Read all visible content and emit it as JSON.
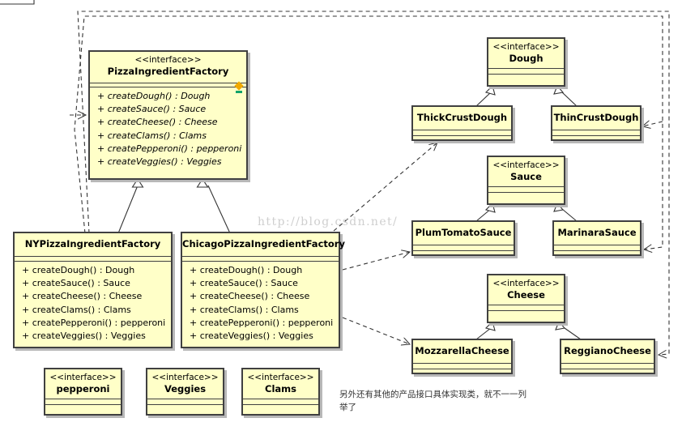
{
  "interface_stereotype": "<<interface>>",
  "watermark": "http://blog.csdn.net/",
  "note": "另外还有其他的产品接口具体实现类，就不一一列举了",
  "pizza_factory": {
    "name": "PizzaIngredientFactory",
    "operations": [
      "+ createDough() : Dough",
      "+ createSauce() : Sauce",
      "+ createCheese() : Cheese",
      "+ createClams() : Clams",
      "+ createPepperoni() : pepperoni",
      "+ createVeggies() : Veggies"
    ]
  },
  "ny_factory": {
    "name": "NYPizzaIngredientFactory",
    "operations": [
      "+ createDough() : Dough",
      "+ createSauce() : Sauce",
      "+ createCheese() : Cheese",
      "+ createClams() : Clams",
      "+ createPepperoni() : pepperoni",
      "+ createVeggies() : Veggies"
    ]
  },
  "chicago_factory": {
    "name": "ChicagoPizzaIngredientFactory",
    "operations": [
      "+ createDough() : Dough",
      "+ createSauce() : Sauce",
      "+ createCheese() : Cheese",
      "+ createClams() : Clams",
      "+ createPepperoni() : pepperoni",
      "+ createVeggies() : Veggies"
    ]
  },
  "interfaces": {
    "dough": "Dough",
    "sauce": "Sauce",
    "cheese": "Cheese",
    "pepperoni": "pepperoni",
    "veggies": "Veggies",
    "clams": "Clams"
  },
  "classes": {
    "thick_crust_dough": "ThickCrustDough",
    "thin_crust_dough": "ThinCrustDough",
    "plum_tomato_sauce": "PlumTomatoSauce",
    "marinara_sauce": "MarinaraSauce",
    "mozzarella_cheese": "MozzarellaCheese",
    "reggiano_cheese": "ReggianoCheese"
  }
}
